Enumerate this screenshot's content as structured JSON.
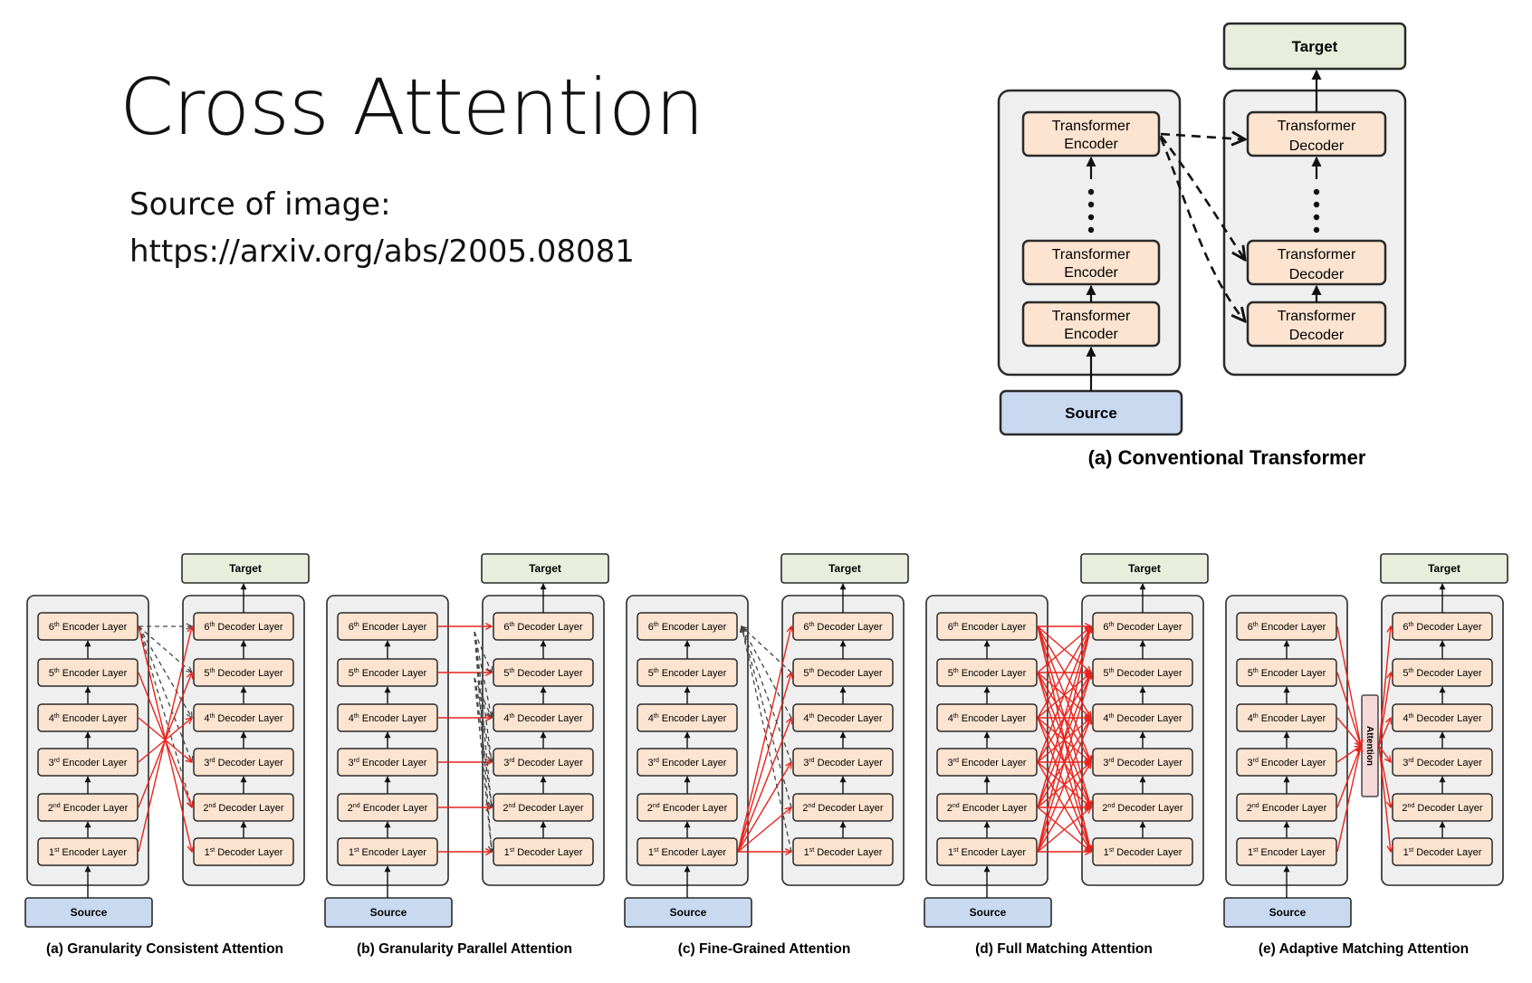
{
  "slide": {
    "title": "Cross Attention",
    "source_label": "Source of image:",
    "source_url": "https://arxiv.org/abs/2005.08081"
  },
  "top_figure": {
    "caption": "(a) Conventional Transformer",
    "target_label": "Target",
    "source_label": "Source",
    "encoder_label": [
      "Transformer",
      "Encoder"
    ],
    "decoder_label": [
      "Transformer",
      "Decoder"
    ]
  },
  "panels": [
    {
      "caption": "(a) Granularity Consistent Attention",
      "target_label": "Target",
      "source_label": "Source",
      "type": "consistent"
    },
    {
      "caption": "(b) Granularity Parallel Attention",
      "target_label": "Target",
      "source_label": "Source",
      "type": "parallel"
    },
    {
      "caption": "(c) Fine-Grained Attention",
      "target_label": "Target",
      "source_label": "Source",
      "type": "finegrained"
    },
    {
      "caption": "(d) Full Matching Attention",
      "target_label": "Target",
      "source_label": "Source",
      "type": "full"
    },
    {
      "caption": "(e) Adaptive Matching Attention",
      "target_label": "Target",
      "source_label": "Source",
      "type": "adaptive",
      "middle_label": "Attention"
    }
  ],
  "layer_ordinals": [
    "6",
    "5",
    "4",
    "3",
    "2",
    "1"
  ],
  "layer_suffixes": [
    "th",
    "th",
    "th",
    "rd",
    "nd",
    "st"
  ],
  "encoder_layer_text": "Encoder Layer",
  "decoder_layer_text": "Decoder Layer",
  "colors": {
    "layer_fill": "#fce4d0",
    "container_fill": "#efefef",
    "target_fill": "#e8eedb",
    "source_fill": "#c9d9ef",
    "red_arrow": "#e8231b",
    "dash_arrow": "#444444"
  }
}
